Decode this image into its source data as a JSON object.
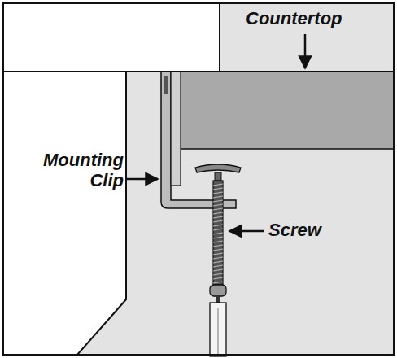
{
  "diagram": {
    "labels": [
      "Countertop",
      "Mounting Clip",
      "Screw"
    ]
  }
}
